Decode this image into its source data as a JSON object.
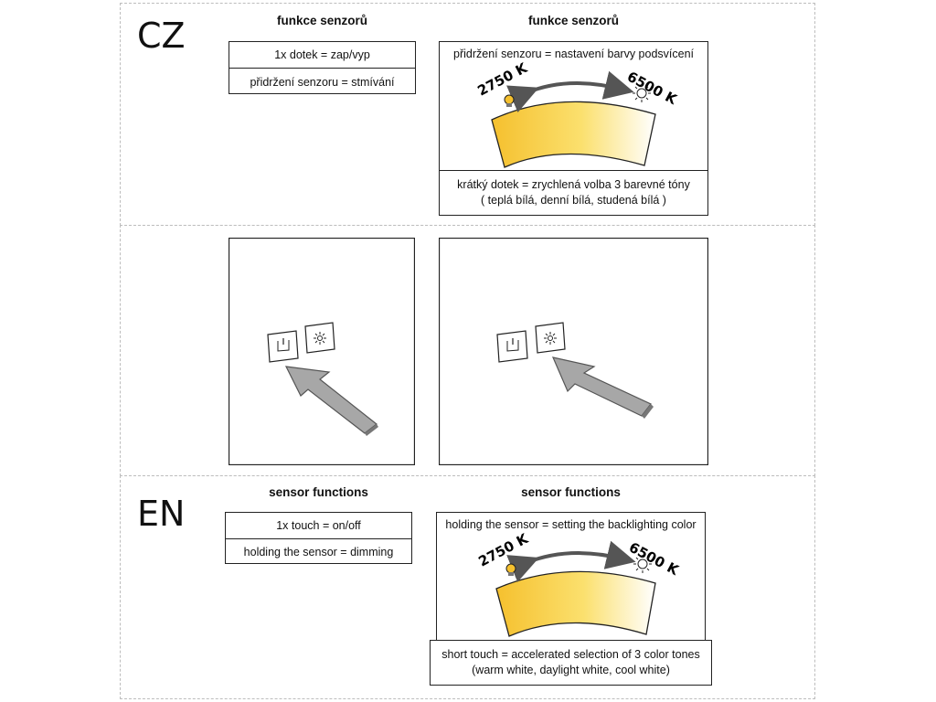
{
  "cz": {
    "lang": "CZ",
    "left": {
      "heading": "funkce senzorů",
      "rows": [
        "1x dotek = zap/vyp",
        "přidržení senzoru = stmívání"
      ]
    },
    "right": {
      "heading": "funkce senzorů",
      "hold_text": "přidržení senzoru = nastavení barvy podsvícení",
      "short_line1": "krátký dotek = zrychlená volba 3  barevné tóny",
      "short_line2": "( teplá bílá, denní bílá, studená bílá )"
    }
  },
  "en": {
    "lang": "EN",
    "left": {
      "heading": "sensor functions",
      "rows": [
        "1x touch = on/off",
        "holding the sensor = dimming"
      ]
    },
    "right": {
      "heading": "sensor functions",
      "hold_text": "holding the sensor = setting the backlighting color",
      "short_line1": "short touch = accelerated selection of 3 color tones",
      "short_line2": "(warm white, daylight white, cool white)"
    }
  },
  "color_temp": {
    "warm_label": "2750 K",
    "cool_label": "6500 K",
    "warm_color": "#f5c02e",
    "cool_color": "#ffffff",
    "warm_icon": "warm-bulb-icon",
    "cool_icon": "cool-sun-icon"
  },
  "panels": {
    "left_pointer_target": "power-icon",
    "right_pointer_target": "light-icon"
  }
}
